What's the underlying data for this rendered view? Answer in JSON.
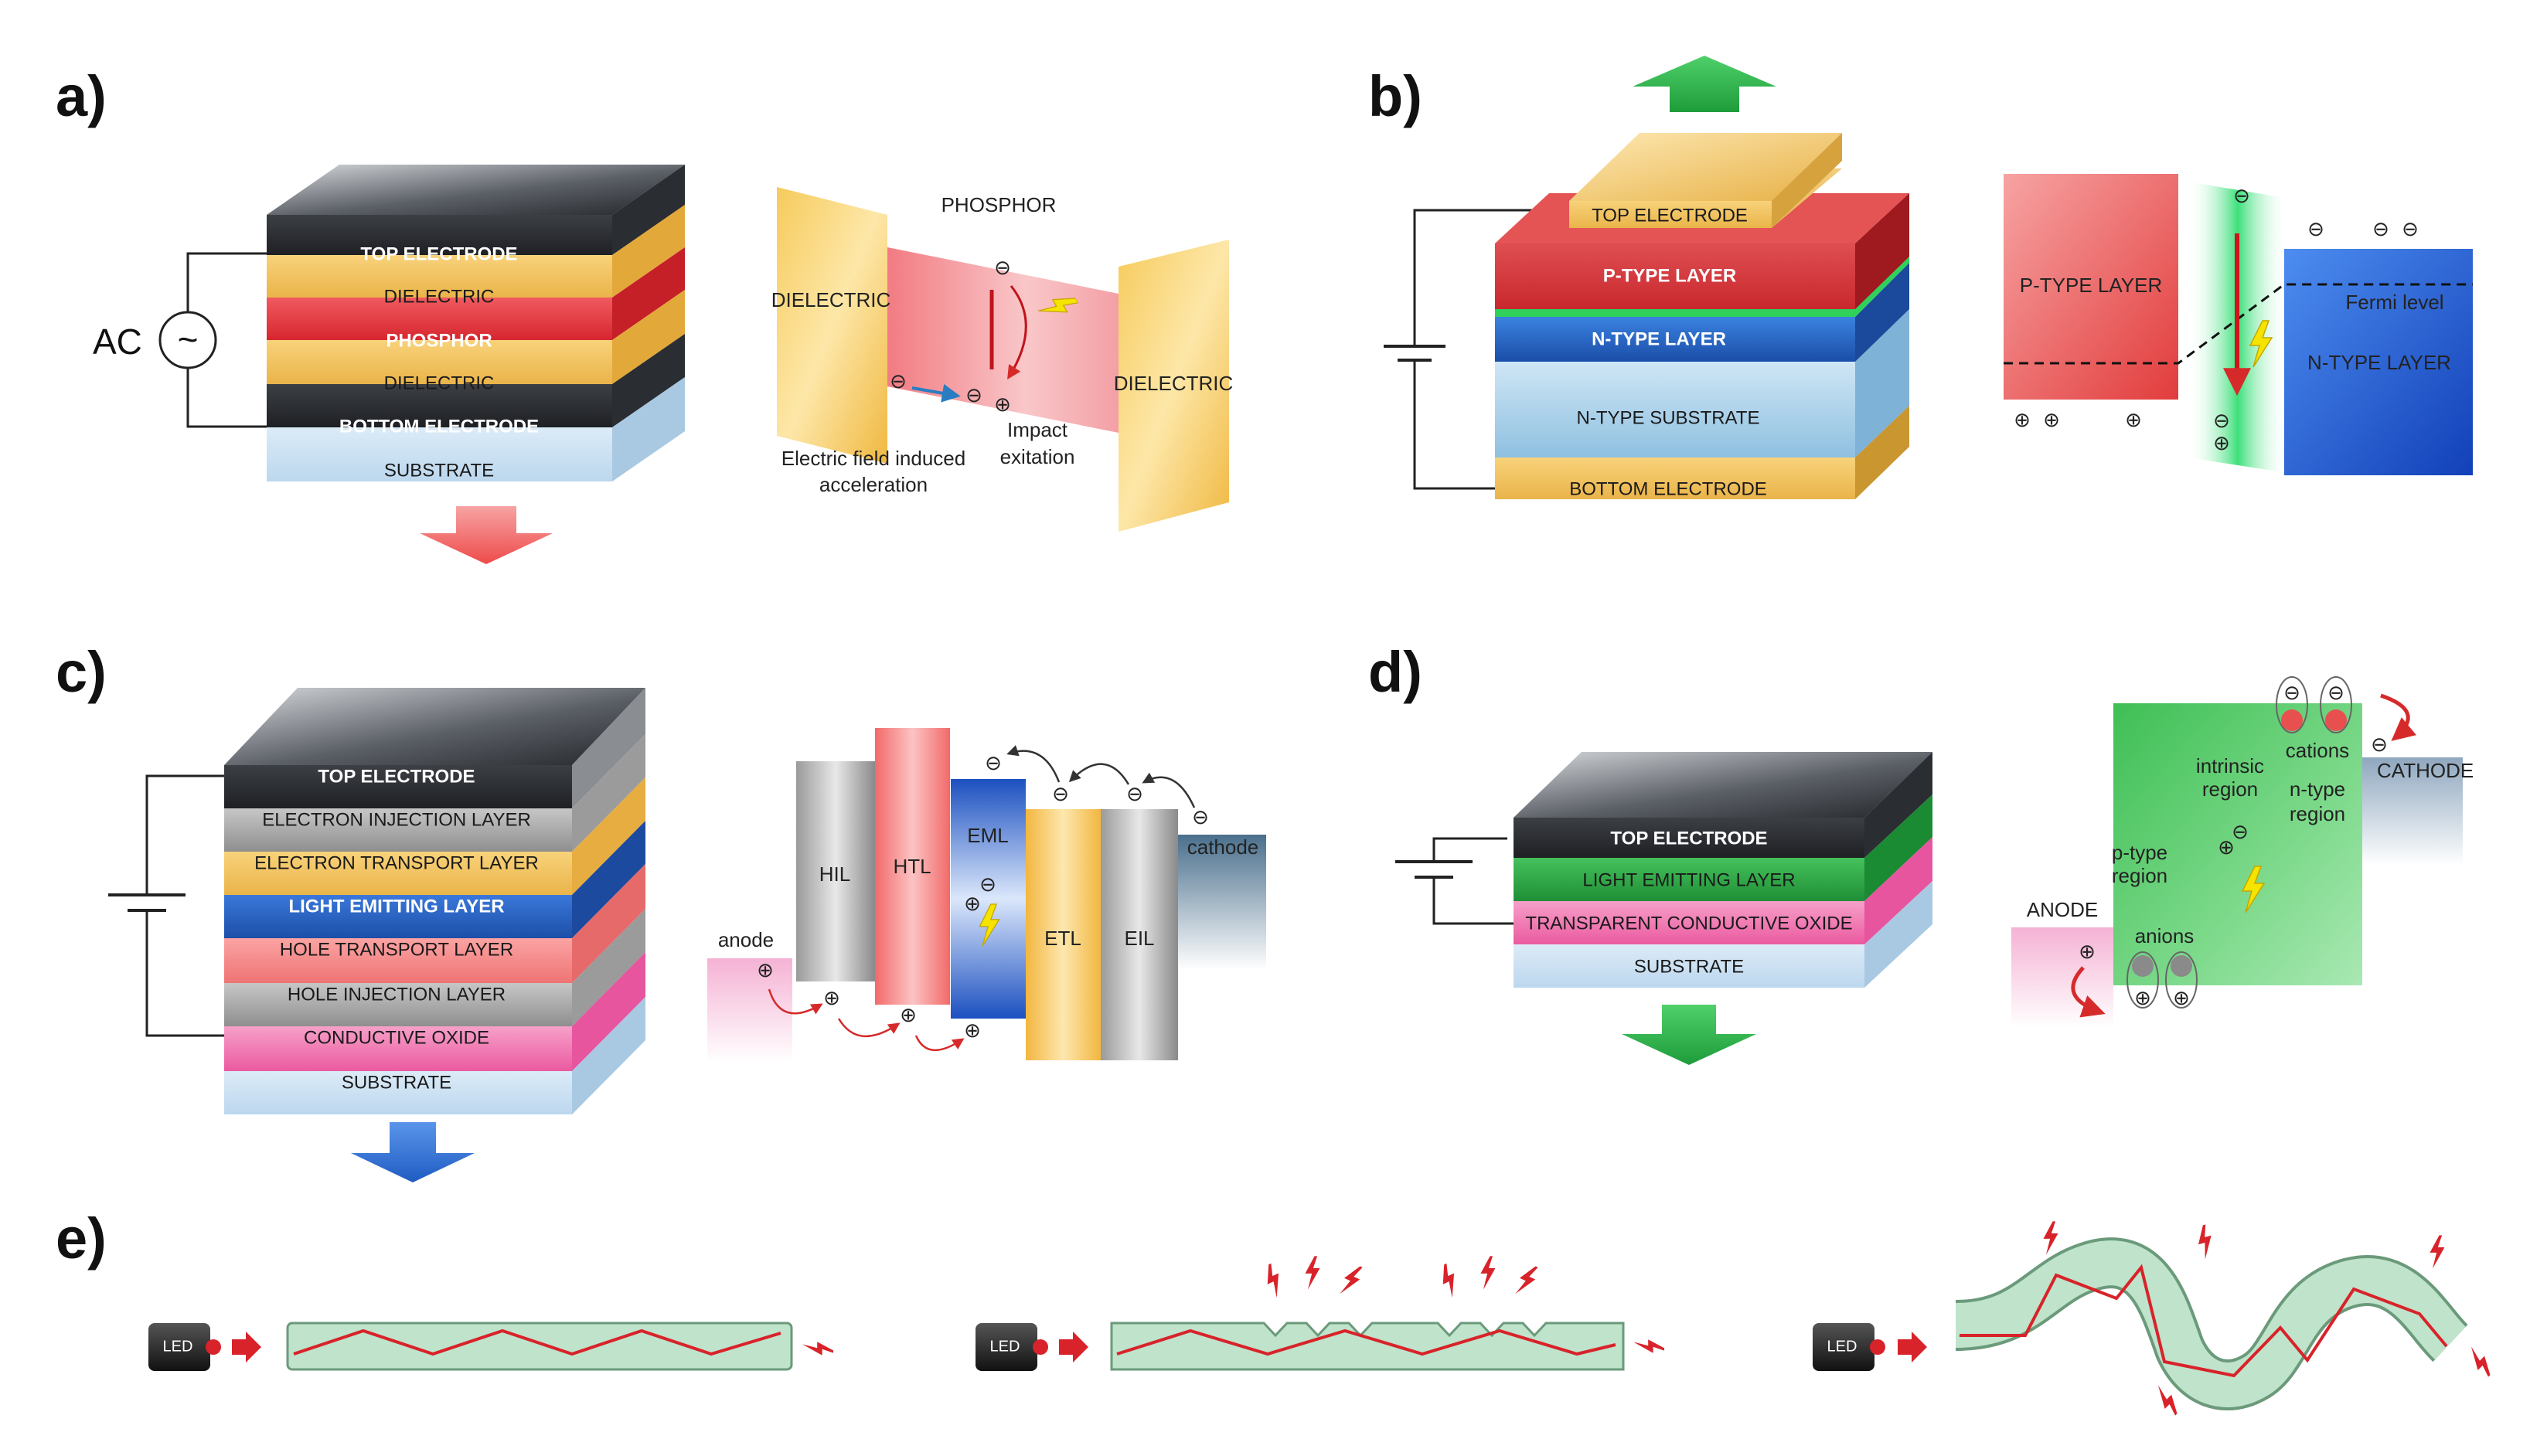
{
  "panels": {
    "a": {
      "label": "a)",
      "ac": "AC",
      "layers": [
        "TOP ELECTRODE",
        "DIELECTRIC",
        "PHOSPHOR",
        "DIELECTRIC",
        "BOTTOM ELECTRODE",
        "SUBSTRATE"
      ],
      "band": {
        "phosphor": "PHOSPHOR",
        "dielectric_left": "DIELECTRIC",
        "dielectric_right": "DIELECTRIC",
        "accel_1": "Electric field induced",
        "accel_2": "acceleration",
        "impact_1": "Impact",
        "impact_2": "exitation"
      }
    },
    "b": {
      "label": "b)",
      "layers": [
        "TOP ELECTRODE",
        "P-TYPE LAYER",
        "N-TYPE LAYER",
        "N-TYPE SUBSTRATE",
        "BOTTOM ELECTRODE"
      ],
      "band": {
        "p_layer": "P-TYPE LAYER",
        "n_layer": "N-TYPE LAYER",
        "fermi": "Fermi level"
      }
    },
    "c": {
      "label": "c)",
      "layers": [
        "TOP ELECTRODE",
        "ELECTRON INJECTION LAYER",
        "ELECTRON TRANSPORT LAYER",
        "LIGHT EMITTING LAYER",
        "HOLE TRANSPORT LAYER",
        "HOLE INJECTION LAYER",
        "CONDUCTIVE OXIDE",
        "SUBSTRATE"
      ],
      "band": {
        "anode": "anode",
        "cathode": "cathode",
        "hil": "HIL",
        "htl": "HTL",
        "eml": "EML",
        "etl": "ETL",
        "eil": "EIL"
      }
    },
    "d": {
      "label": "d)",
      "layers": [
        "TOP ELECTRODE",
        "LIGHT EMITTING LAYER",
        "TRANSPARENT CONDUCTIVE OXIDE",
        "SUBSTRATE"
      ],
      "band": {
        "anode": "ANODE",
        "cathode": "CATHODE",
        "cations": "cations",
        "anions": "anions",
        "intrinsic_1": "intrinsic",
        "intrinsic_2": "region",
        "ntype_1": "n-type",
        "ntype_2": "region",
        "ptype_1": "p-type",
        "ptype_2": "region"
      }
    },
    "e": {
      "label": "e)",
      "led": "LED"
    }
  },
  "symbols": {
    "electron": "⊖",
    "hole": "⊕",
    "ac_source": "~"
  },
  "colors": {
    "electrode_dark": "#3a3d42",
    "dielectric": "#f1c35a",
    "phosphor": "#e8404a",
    "substrate": "#c6def0",
    "p_type": "#e25a5a",
    "n_type": "#2e6fd0",
    "n_substrate": "#a8cfe8",
    "bottom_gold": "#e2b655",
    "eml_blue": "#2b63c8",
    "htl_salmon": "#f28b8b",
    "grey_layer": "#a8a8a8",
    "conductive_pink": "#f07ab4",
    "lec_green": "#2fb24a",
    "arrow_red": "#f05c5c",
    "arrow_green": "#26b043",
    "arrow_blue": "#2b6fd6",
    "fiber": "#b9dec4",
    "ray": "#d8232a"
  }
}
